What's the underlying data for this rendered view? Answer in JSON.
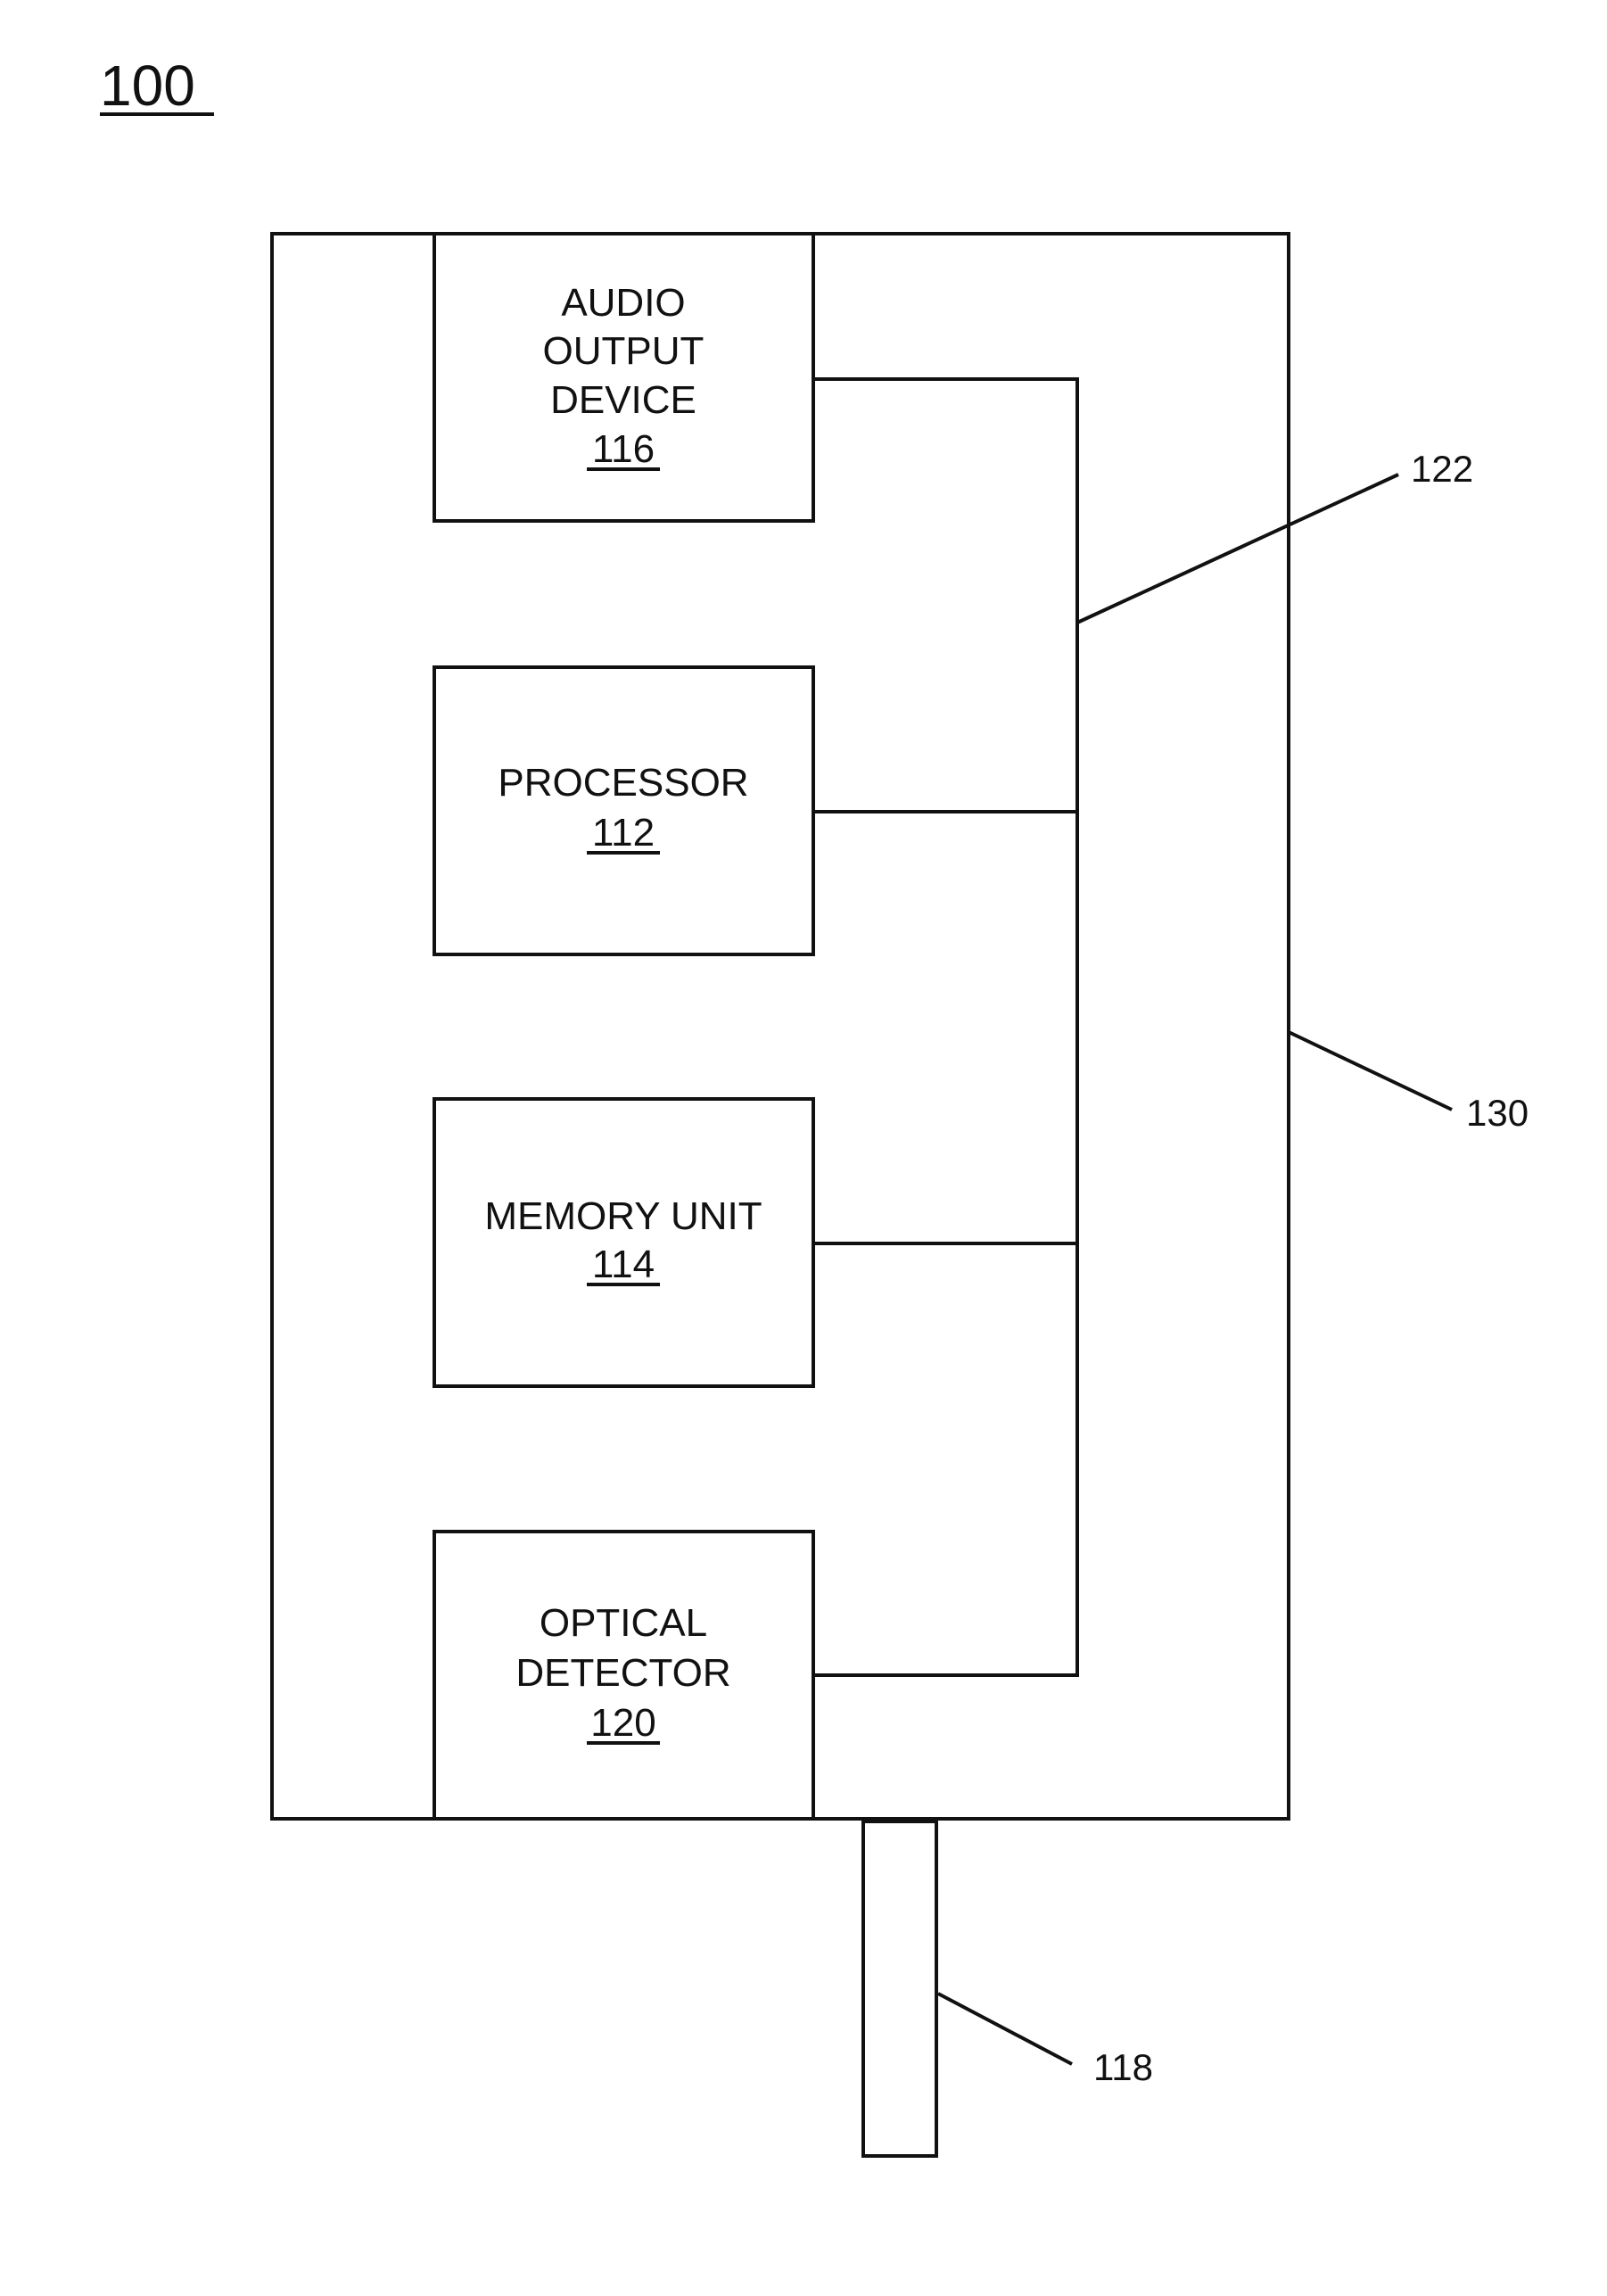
{
  "figure": {
    "label": "100"
  },
  "blocks": [
    {
      "id": "audio-output-device",
      "lines": [
        "AUDIO",
        "OUTPUT",
        "DEVICE"
      ],
      "ref": "116"
    },
    {
      "id": "processor",
      "lines": [
        "PROCESSOR"
      ],
      "ref": "112"
    },
    {
      "id": "memory-unit",
      "lines": [
        "MEMORY UNIT"
      ],
      "ref": "114"
    },
    {
      "id": "optical-detector",
      "lines": [
        "OPTICAL",
        "DETECTOR"
      ],
      "ref": "120"
    }
  ],
  "callouts": {
    "bus": "122",
    "housing": "130",
    "probe": "118"
  }
}
